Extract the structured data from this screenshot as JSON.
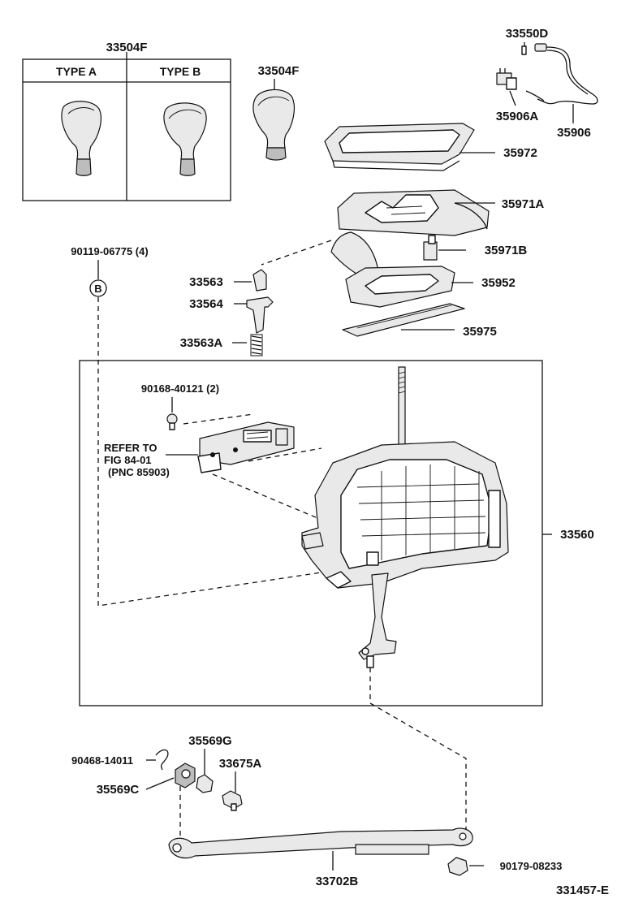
{
  "labels": {
    "knob_box_title": "33504F",
    "type_a": "TYPE A",
    "type_b": "TYPE B",
    "knob_single": "33504F",
    "p33550D": "33550D",
    "p35906A": "35906A",
    "p35906": "35906",
    "p35972": "35972",
    "p35971A": "35971A",
    "p35971B": "35971B",
    "p35952": "35952",
    "p35975": "35975",
    "p90119": "90119-06775 (4)",
    "callout_b": "B",
    "p33563": "33563",
    "p33564": "33564",
    "p33563A": "33563A",
    "p90168": "90168-40121 (2)",
    "refer_line1": "REFER TO",
    "refer_line2": "FIG 84-01",
    "refer_line3": "(PNC 85903)",
    "p33560": "33560",
    "p90468": "90468-14011",
    "p35569G": "35569G",
    "p33675A": "33675A",
    "p35569C": "35569C",
    "p90179": "90179-08233",
    "p33702B": "33702B",
    "figure_number": "331457-E"
  }
}
